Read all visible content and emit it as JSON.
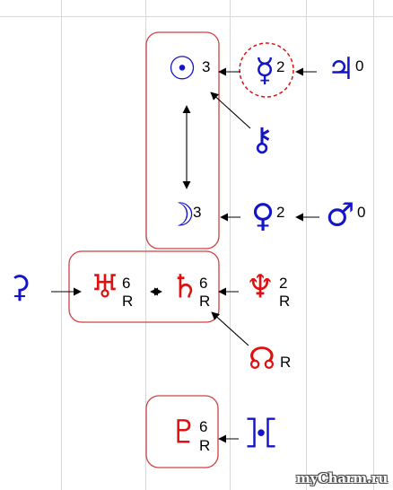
{
  "colors": {
    "blue": "#1414c8",
    "red": "#e01010",
    "box": "#d04040",
    "grid": "#d8d8d8",
    "arrow": "#000000"
  },
  "planets": {
    "sun": {
      "glyph": "☉",
      "degree": "3",
      "color": "blue"
    },
    "mercury": {
      "glyph": "☿",
      "degree": "2",
      "color": "blue"
    },
    "jupiter": {
      "glyph": "♃",
      "degree": "0",
      "color": "blue"
    },
    "chiron": {
      "glyph": "⚷",
      "color": "blue"
    },
    "moon": {
      "glyph": "☽",
      "degree": "3",
      "color": "blue"
    },
    "venus": {
      "glyph": "♀",
      "degree": "2",
      "color": "blue"
    },
    "mars": {
      "glyph": "♂",
      "degree": "0",
      "color": "blue"
    },
    "ceres": {
      "glyph": "⚳",
      "color": "blue"
    },
    "uranus": {
      "glyph": "♅",
      "degree": "6",
      "retro": "R",
      "color": "red"
    },
    "saturn": {
      "glyph": "♄",
      "degree": "6",
      "retro": "R",
      "color": "red"
    },
    "neptune": {
      "glyph": "♆",
      "degree": "2",
      "retro": "R",
      "color": "red"
    },
    "node": {
      "glyph": "☊",
      "retro": "R",
      "color": "red"
    },
    "pluto": {
      "glyph": "♇",
      "degree": "6",
      "retro": "R",
      "color": "red"
    },
    "proserpina": {
      "glyph": "⯘",
      "color": "blue"
    }
  },
  "watermark": "myCharm.ru"
}
